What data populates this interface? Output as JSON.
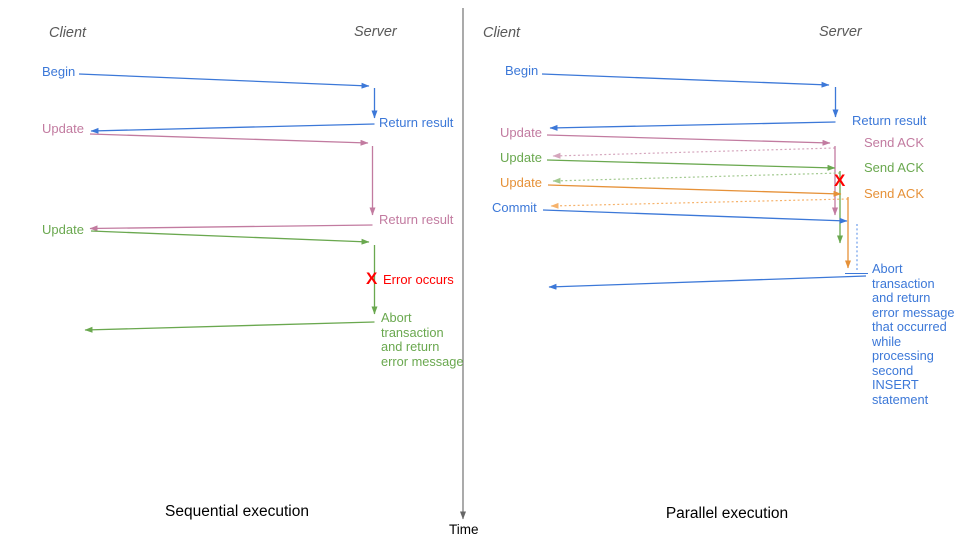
{
  "colors": {
    "blue": "#3c78d8",
    "blue_light": "#6d9eeb",
    "pink": "#c27ba0",
    "pink_light": "#d5a6bd",
    "green": "#6aa84f",
    "green_light": "#a2c98f",
    "orange": "#e69138",
    "orange_light": "#f6b26b",
    "red": "#ff0000",
    "gray": "#666666",
    "header_gray": "#595959"
  },
  "time_axis": {
    "label": "Time"
  },
  "sequential": {
    "title": "Sequential execution",
    "client": "Client",
    "server": "Server",
    "begin": "Begin",
    "return_result_1": "Return result",
    "update_1": "Update",
    "return_result_2": "Return result",
    "update_2": "Update",
    "error_mark": "X",
    "error_label": "Error occurs",
    "abort_note": "Abort\ntransaction\nand return\nerror message"
  },
  "parallel": {
    "title": "Parallel execution",
    "client": "Client",
    "server": "Server",
    "begin": "Begin",
    "return_result": "Return result",
    "update_1": "Update",
    "update_2": "Update",
    "update_3": "Update",
    "commit": "Commit",
    "send_ack_1": "Send ACK",
    "send_ack_2": "Send ACK",
    "send_ack_3": "Send ACK",
    "error_mark": "X",
    "abort_note": "Abort\ntransaction\nand return\nerror message\nthat occurred\nwhile\nprocessing\nsecond\nINSERT\nstatement"
  }
}
